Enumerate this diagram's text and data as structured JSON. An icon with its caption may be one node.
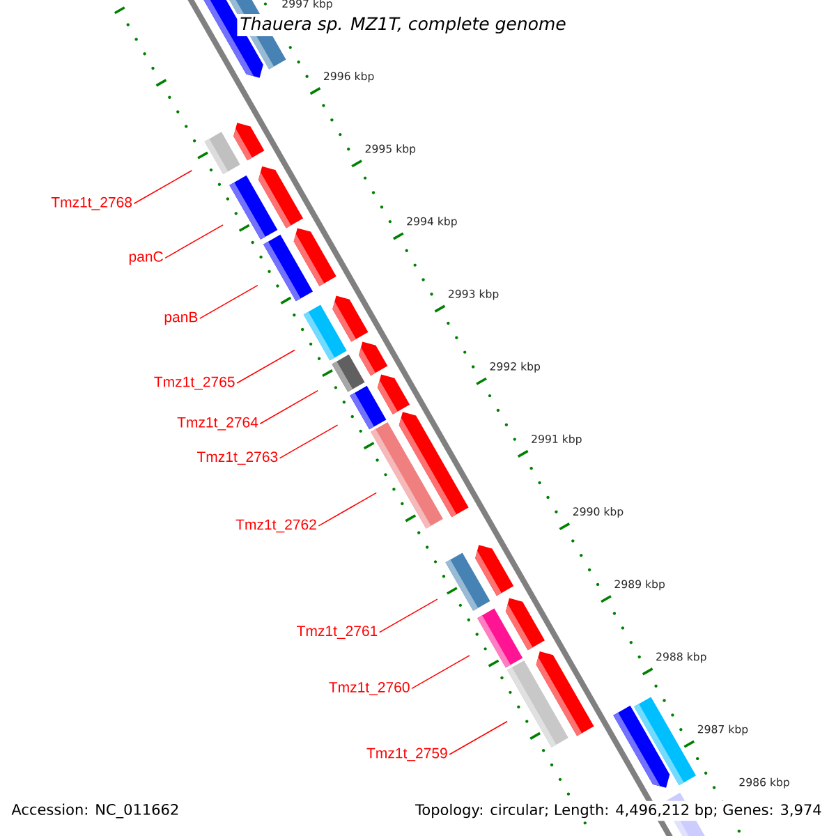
{
  "diagram": {
    "title": "Thauera sp. MZ1T, complete genome",
    "nodes": [
      {
        "text": [
          "Tmz1t_2768"
        ]
      },
      {
        "text": [
          "panC"
        ]
      },
      {
        "text": [
          "panB"
        ]
      },
      {
        "text": [
          "Tmz1t_2765"
        ]
      },
      {
        "text": [
          "Tmz1t_2764"
        ]
      },
      {
        "text": [
          "Tmz1t_2763"
        ]
      },
      {
        "text": [
          "Tmz1t_2762"
        ]
      },
      {
        "text": [
          "Tmz1t_2761"
        ]
      },
      {
        "text": [
          "Tmz1t_2760"
        ]
      },
      {
        "text": [
          "Tmz1t_2759"
        ]
      },
      {
        "text": [],
        "shape": "box"
      },
      {
        "text": [],
        "shape": "box"
      },
      {
        "text": [],
        "shape": "box"
      },
      {
        "text": [],
        "shape": "box"
      },
      {
        "text": [],
        "shape": "box"
      },
      {
        "text": [],
        "shape": "box"
      },
      {
        "text": [],
        "shape": "box"
      },
      {
        "text": [],
        "shape": "box"
      },
      {
        "text": [],
        "shape": "box"
      },
      {
        "text": [],
        "shape": "box"
      }
    ],
    "edges": [
      {
        "from": 0,
        "to": 10,
        "arrow": "none"
      },
      {
        "from": 1,
        "to": 11,
        "arrow": "none"
      },
      {
        "from": 2,
        "to": 12,
        "arrow": "none"
      },
      {
        "from": 3,
        "to": 13,
        "arrow": "none"
      },
      {
        "from": 4,
        "to": 14,
        "arrow": "none"
      },
      {
        "from": 5,
        "to": 15,
        "arrow": "none"
      },
      {
        "from": 6,
        "to": 16,
        "arrow": "none"
      },
      {
        "from": 7,
        "to": 17,
        "arrow": "none"
      },
      {
        "from": 8,
        "to": 18,
        "arrow": "none"
      },
      {
        "from": 9,
        "to": 19,
        "arrow": "none"
      }
    ],
    "labels": [
      "2997 kbp",
      "2996 kbp",
      "2995 kbp",
      "2994 kbp",
      "2993 kbp",
      "2992 kbp",
      "2991 kbp",
      "2990 kbp",
      "2989 kbp",
      "2988 kbp",
      "2987 kbp",
      "2986 kbp",
      "Accession: NC_011662",
      "Topology: circular; Length: 4,496,212 bp; Genes: 3,974"
    ]
  }
}
